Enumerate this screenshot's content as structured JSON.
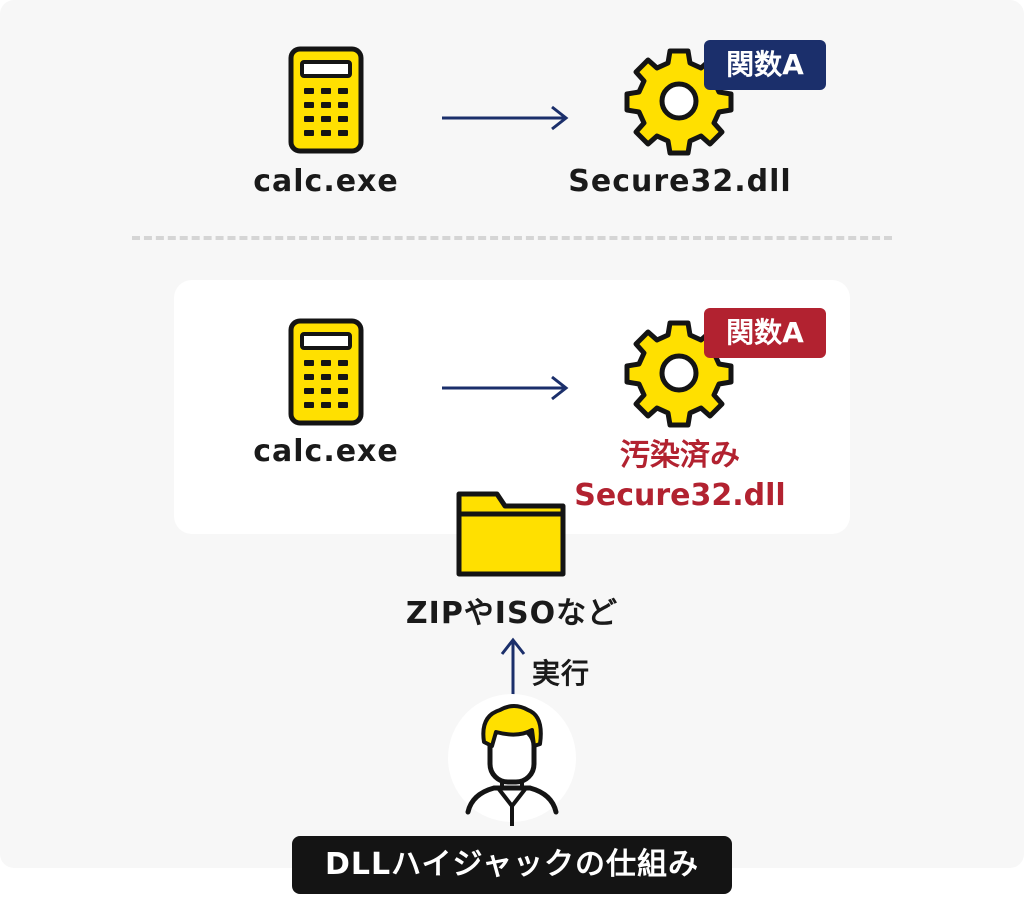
{
  "top": {
    "exe_label": "calc.exe",
    "dll_label": "Secure32.dll",
    "badge": "関数A"
  },
  "bottom": {
    "exe_label": "calc.exe",
    "dll_label_line1": "汚染済み",
    "dll_label_line2": "Secure32.dll",
    "badge": "関数A"
  },
  "archive_label": "ZIPやISOなど",
  "exec_label": "実行",
  "caption": "DLLハイジャックの仕組み",
  "colors": {
    "yellow": "#ffe000",
    "navy": "#1b2f6b",
    "red": "#b22230",
    "black": "#141414"
  },
  "icons": [
    "calculator-icon",
    "gear-icon",
    "folder-icon",
    "user-icon"
  ]
}
